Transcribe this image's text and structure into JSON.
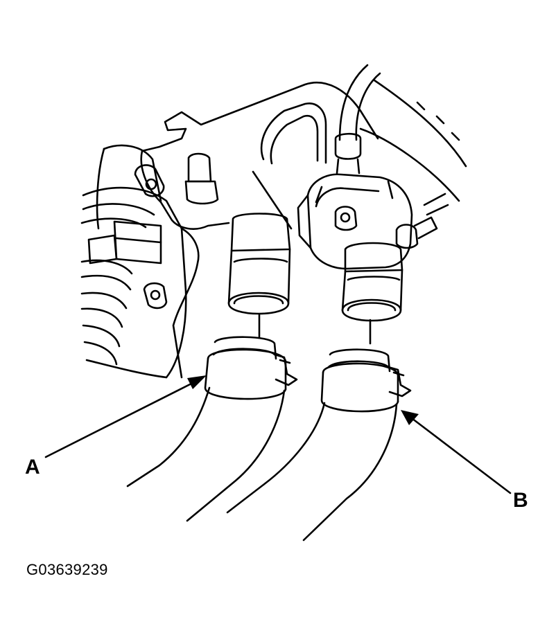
{
  "labels": {
    "callout_a": "A",
    "callout_b": "B"
  },
  "figure_code": "G03639239",
  "colors": {
    "ink": "#000000",
    "paper": "#ffffff"
  }
}
